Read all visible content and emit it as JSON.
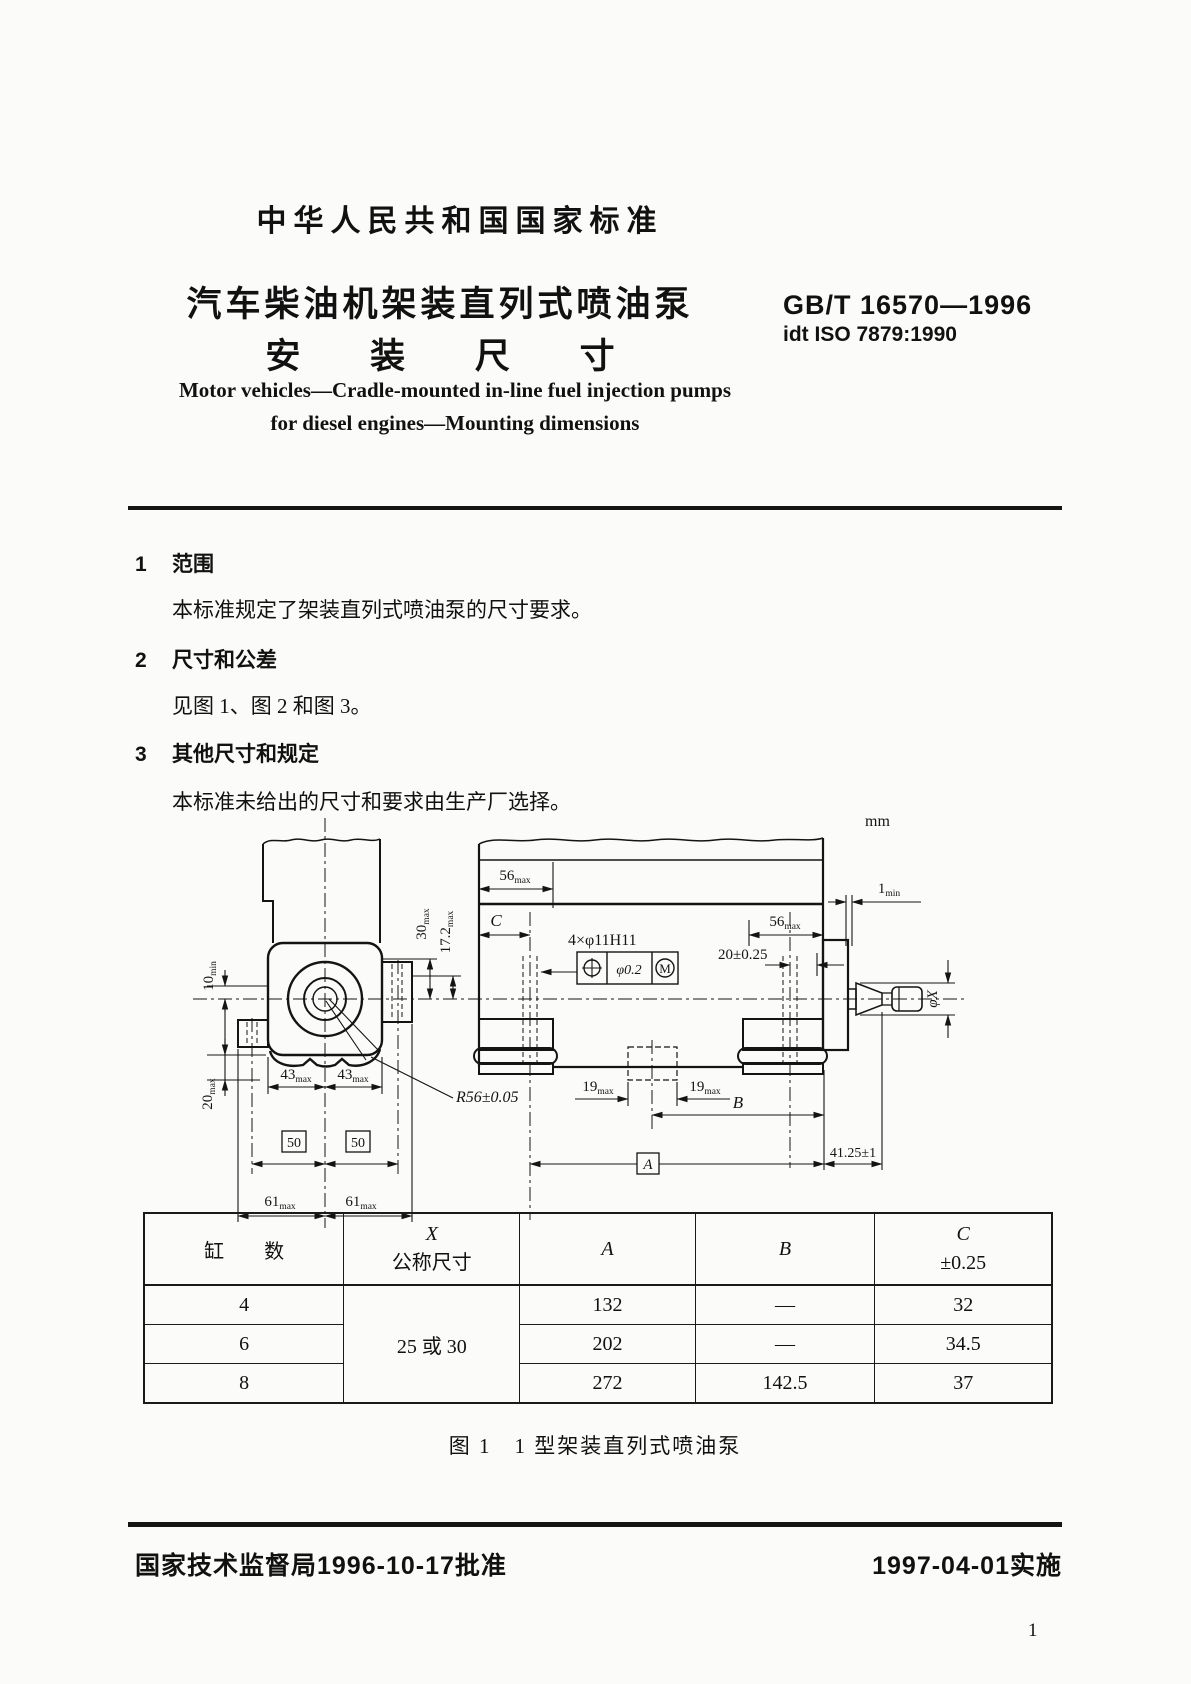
{
  "header": {
    "national_standard": "中华人民共和国国家标准",
    "title_line1": "汽车柴油机架装直列式喷油泵",
    "title_line2": "安 装 尺 寸",
    "standard_code": "GB/T 16570—1996",
    "idt_ref": "idt ISO 7879:1990",
    "english_line1": "Motor vehicles—Cradle-mounted in-line fuel injection pumps",
    "english_line2": "for diesel engines—Mounting dimensions"
  },
  "sections": [
    {
      "number": "1",
      "heading": "范围",
      "body": "本标准规定了架装直列式喷油泵的尺寸要求。"
    },
    {
      "number": "2",
      "heading": "尺寸和公差",
      "body": "见图 1、图 2 和图 3。"
    },
    {
      "number": "3",
      "heading": "其他尺寸和规定",
      "body": "本标准未给出的尺寸和要求由生产厂选择。"
    }
  ],
  "figure": {
    "unit": "mm",
    "caption": "图 1　1 型架装直列式喷油泵",
    "labels": {
      "d56": {
        "v": "56",
        "s": "max"
      },
      "dC": "C",
      "holes": "4×φ11H11",
      "fcf_tol": "φ0.2",
      "fcf_mod": "M",
      "d20t": "20±0.25",
      "d1": {
        "v": "1",
        "s": "min"
      },
      "dphiX": "φX",
      "d19": {
        "v": "19",
        "s": "max"
      },
      "dB": "B",
      "dA": "A",
      "d4125": "41.25±1",
      "d30": {
        "v": "30",
        "s": "max"
      },
      "d172": {
        "v": "17.2",
        "s": "max"
      },
      "d10": {
        "v": "10",
        "s": "min"
      },
      "d20": {
        "v": "20",
        "s": "max"
      },
      "d43": {
        "v": "43",
        "s": "max"
      },
      "d50": "50",
      "d61": {
        "v": "61",
        "s": "max"
      },
      "dR56": "R56±0.05"
    }
  },
  "table": {
    "header": {
      "col1": "缸　　数",
      "col2_top": "X",
      "col2_bottom": "公称尺寸",
      "col3": "A",
      "col4": "B",
      "col5_top": "C",
      "col5_bottom": "±0.25"
    },
    "x_value": "25 或 30",
    "rows": [
      {
        "cyl": "4",
        "a": "132",
        "b": "—",
        "c": "32"
      },
      {
        "cyl": "6",
        "a": "202",
        "b": "—",
        "c": "34.5"
      },
      {
        "cyl": "8",
        "a": "272",
        "b": "142.5",
        "c": "37"
      }
    ]
  },
  "footer": {
    "approved": "国家技术监督局1996-10-17批准",
    "implemented": "1997-04-01实施",
    "page_number": "1"
  }
}
